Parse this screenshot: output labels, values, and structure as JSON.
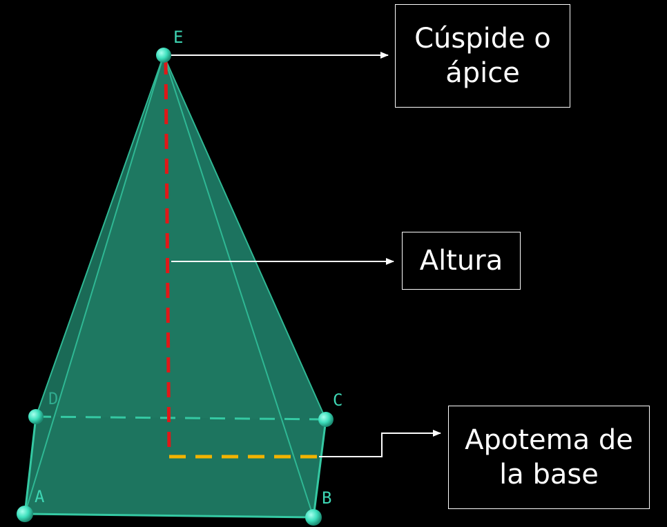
{
  "vertices": {
    "A": "A",
    "B": "B",
    "C": "C",
    "D": "D",
    "E": "E"
  },
  "callouts": {
    "apex": {
      "line1": "Cúspide o",
      "line2": "ápice"
    },
    "height": {
      "text": "Altura"
    },
    "apothem": {
      "line1": "Apotema de",
      "line2": "la base"
    }
  },
  "colors": {
    "background": "#000000",
    "pyramid_fill": "#1e7a63",
    "pyramid_edge": "#2fb894",
    "vertex": "#3ee0bd",
    "height_line": "#e01818",
    "apothem_line": "#f2b400",
    "callout_border": "#ffffff",
    "arrow": "#ffffff"
  }
}
